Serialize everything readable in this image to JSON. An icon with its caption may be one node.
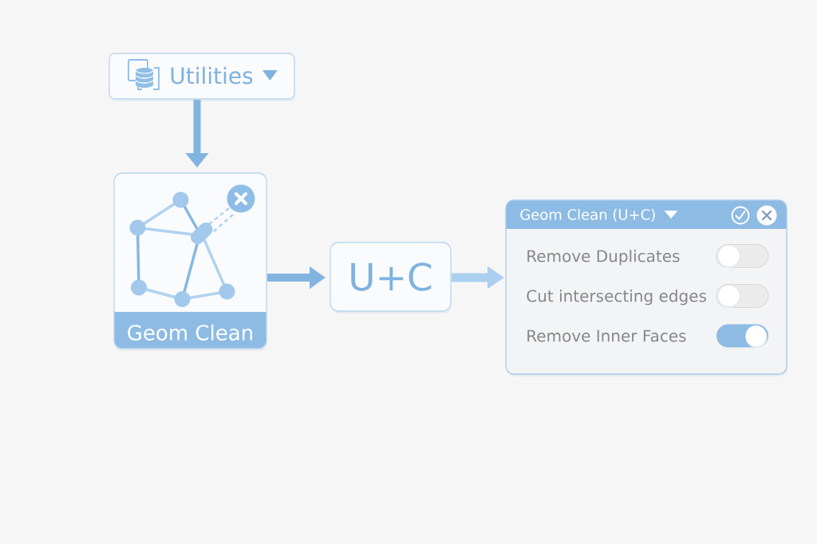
{
  "diagram": {
    "nodes": [
      {
        "text": [
          "Utilities"
        ]
      },
      {
        "text": [
          "Geom Clean"
        ]
      },
      {
        "text": [
          "U+C"
        ]
      },
      {
        "text": [
          "Geom Clean (U+C)",
          "Remove Duplicates",
          "Cut intersecting edges",
          "Remove Inner Faces"
        ]
      }
    ],
    "edges": [
      {
        "from": 0,
        "to": 1,
        "arrow": "to"
      },
      {
        "from": 1,
        "to": 2,
        "arrow": "to"
      },
      {
        "from": 2,
        "to": 3,
        "arrow": "to",
        "color": "#aacff0"
      }
    ]
  }
}
